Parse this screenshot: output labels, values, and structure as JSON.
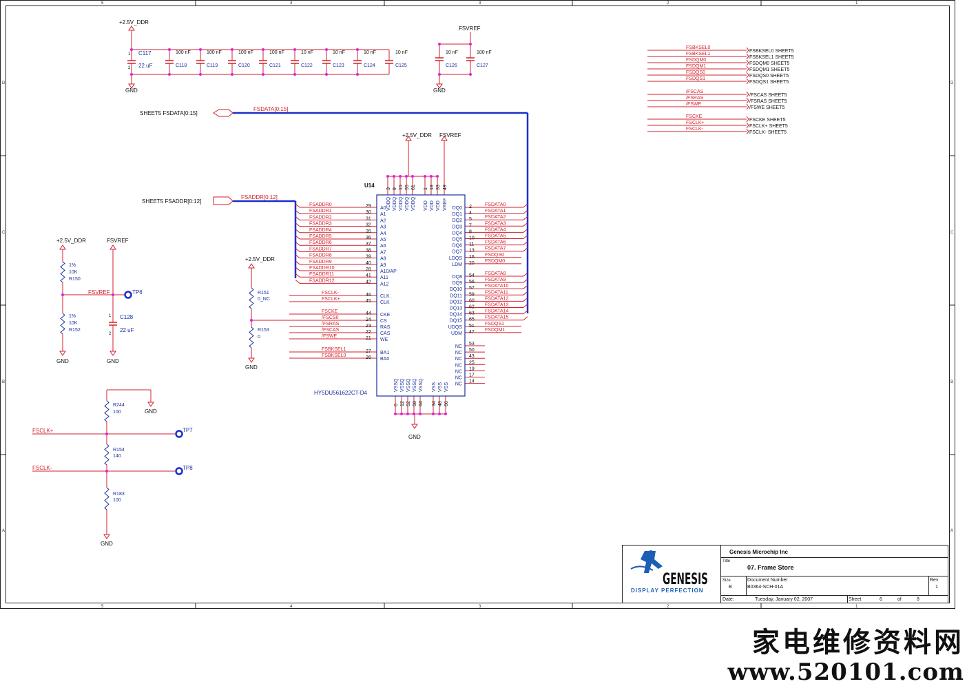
{
  "border": {
    "columns": [
      "5",
      "4",
      "3",
      "2",
      "1"
    ],
    "rows": [
      "D",
      "C",
      "B",
      "A"
    ]
  },
  "power_labels": {
    "v25_ddr": "+2.5V_DDR",
    "gnd": "GND",
    "fsvref": "FSVREF"
  },
  "decoupling": {
    "c117": {
      "ref": "C117",
      "value": "22 uF"
    },
    "caps": [
      {
        "ref": "C118",
        "value": "100 nF"
      },
      {
        "ref": "C119",
        "value": "100 nF"
      },
      {
        "ref": "C120",
        "value": "100 nF"
      },
      {
        "ref": "C121",
        "value": "100 nF"
      },
      {
        "ref": "C122",
        "value": "10 nF"
      },
      {
        "ref": "C123",
        "value": "10 nF"
      },
      {
        "ref": "C124",
        "value": "10 nF"
      },
      {
        "ref": "C125",
        "value": "10 nF"
      }
    ],
    "vref_caps": [
      {
        "ref": "C126",
        "value": "10 nF"
      },
      {
        "ref": "C127",
        "value": "100 nF"
      }
    ]
  },
  "ports": {
    "fsdata": {
      "sheet_label": "SHEET5  FSDATA[0:15]",
      "bus_label": "FSDATA[0:15]"
    },
    "fsaddr": {
      "sheet_label": "SHEET5  FSADDR[0:12]",
      "bus_label": "FSADDR[0:12]"
    }
  },
  "offsheet": [
    {
      "net": "FSBKSEL0",
      "label": "FSBKSEL0  SHEET5"
    },
    {
      "net": "FSBKSEL1",
      "label": "FSBKSEL1  SHEET5"
    },
    {
      "net": "FSDQM0",
      "label": "FSDQM0  SHEET5"
    },
    {
      "net": "FSDQM1",
      "label": "FSDQM1  SHEET5"
    },
    {
      "net": "FSDQS0",
      "label": "FSDQS0  SHEET5"
    },
    {
      "net": "FSDQS1",
      "label": "FSDQS1  SHEET5"
    },
    {
      "net": "/FSCAS",
      "label": "/FSCAS  SHEET5"
    },
    {
      "net": "/FSRAS",
      "label": "/FSRAS  SHEET5"
    },
    {
      "net": "/FSWE",
      "label": "/FSWE  SHEET5"
    },
    {
      "net": "FSCKE",
      "label": "FSCKE  SHEET5"
    },
    {
      "net": "FSCLK+",
      "label": "FSCLK+  SHEET5"
    },
    {
      "net": "FSCLK-",
      "label": "FSCLK-  SHEET5"
    }
  ],
  "u14": {
    "ref": "U14",
    "part": "HY5DU561622CT-D4",
    "top_pins": [
      {
        "num": "3",
        "name": "VDDQ"
      },
      {
        "num": "9",
        "name": "VDDQ"
      },
      {
        "num": "15",
        "name": "VDDQ"
      },
      {
        "num": "55",
        "name": "VDDQ"
      },
      {
        "num": "61",
        "name": "VDDQ"
      },
      {
        "num": "1",
        "name": "VDD"
      },
      {
        "num": "18",
        "name": "VDD"
      },
      {
        "num": "33",
        "name": "VDD"
      },
      {
        "num": "49",
        "name": "VREF"
      }
    ],
    "bottom_pins": [
      {
        "num": "6",
        "name": "VSSQ"
      },
      {
        "num": "12",
        "name": "VSSQ"
      },
      {
        "num": "52",
        "name": "VSSQ"
      },
      {
        "num": "58",
        "name": "VSSQ"
      },
      {
        "num": "64",
        "name": "VSSQ"
      },
      {
        "num": "34",
        "name": "VSS"
      },
      {
        "num": "48",
        "name": "VSS"
      },
      {
        "num": "66",
        "name": "VSS"
      }
    ],
    "addr_pins": [
      {
        "num": "29",
        "name": "A0",
        "net": "FSADDR0"
      },
      {
        "num": "30",
        "name": "A1",
        "net": "FSADDR1"
      },
      {
        "num": "31",
        "name": "A2",
        "net": "FSADDR2"
      },
      {
        "num": "32",
        "name": "A3",
        "net": "FSADDR3"
      },
      {
        "num": "35",
        "name": "A4",
        "net": "FSADDR4"
      },
      {
        "num": "36",
        "name": "A5",
        "net": "FSADDR5"
      },
      {
        "num": "37",
        "name": "A6",
        "net": "FSADDR6"
      },
      {
        "num": "38",
        "name": "A7",
        "net": "FSADDR7"
      },
      {
        "num": "39",
        "name": "A8",
        "net": "FSADDR8"
      },
      {
        "num": "40",
        "name": "A9",
        "net": "FSADDR9"
      },
      {
        "num": "28",
        "name": "A10/AP",
        "net": "FSADDR10"
      },
      {
        "num": "41",
        "name": "A11",
        "net": "FSADDR11"
      },
      {
        "num": "42",
        "name": "A12",
        "net": "FSADDR12"
      }
    ],
    "ctrl_pins": [
      {
        "num": "46",
        "name": "CLK",
        "net": "FSCLK-"
      },
      {
        "num": "45",
        "name": "CLK",
        "net": "FSCLK+"
      },
      {
        "num": "44",
        "name": "CKE",
        "net": "FSCKE"
      },
      {
        "num": "24",
        "name": "CS",
        "net": "/FSCS0"
      },
      {
        "num": "23",
        "name": "RAS",
        "net": "/FSRAS"
      },
      {
        "num": "22",
        "name": "CAS",
        "net": "/FSCAS"
      },
      {
        "num": "21",
        "name": "WE",
        "net": "/FSWE"
      }
    ],
    "ba_pins": [
      {
        "num": "27",
        "name": "BA1",
        "net": "FSBKSEL1"
      },
      {
        "num": "26",
        "name": "BA0",
        "net": "FSBKSEL0"
      }
    ],
    "dq_low": [
      {
        "num": "2",
        "name": "DQ0",
        "net": "FSDATA0"
      },
      {
        "num": "4",
        "name": "DQ1",
        "net": "FSDATA1"
      },
      {
        "num": "5",
        "name": "DQ2",
        "net": "FSDATA2"
      },
      {
        "num": "7",
        "name": "DQ3",
        "net": "FSDATA3"
      },
      {
        "num": "8",
        "name": "DQ4",
        "net": "FSDATA4"
      },
      {
        "num": "10",
        "name": "DQ5",
        "net": "FSDATA5"
      },
      {
        "num": "11",
        "name": "DQ6",
        "net": "FSDATA6"
      },
      {
        "num": "13",
        "name": "DQ7",
        "net": "FSDATA7"
      },
      {
        "num": "16",
        "name": "LDQS",
        "net": "FSDQS0"
      },
      {
        "num": "20",
        "name": "LDM",
        "net": "FSDQM0"
      }
    ],
    "dq_high": [
      {
        "num": "54",
        "name": "DQ8",
        "net": "FSDATA8"
      },
      {
        "num": "56",
        "name": "DQ9",
        "net": "FSDATA9"
      },
      {
        "num": "57",
        "name": "DQ10",
        "net": "FSDATA10"
      },
      {
        "num": "59",
        "name": "DQ11",
        "net": "FSDATA11"
      },
      {
        "num": "60",
        "name": "DQ12",
        "net": "FSDATA12"
      },
      {
        "num": "62",
        "name": "DQ13",
        "net": "FSDATA13"
      },
      {
        "num": "63",
        "name": "DQ14",
        "net": "FSDATA14"
      },
      {
        "num": "65",
        "name": "DQ15",
        "net": "FSDATA15"
      },
      {
        "num": "51",
        "name": "UDQS",
        "net": "FSDQS1"
      },
      {
        "num": "47",
        "name": "UDM",
        "net": "FSDQM1"
      }
    ],
    "nc_pins": [
      "53",
      "50",
      "43",
      "25",
      "19",
      "17",
      "14"
    ],
    "nc_name": "NC"
  },
  "resistors": {
    "r150": {
      "ref": "R150",
      "value": "10K",
      "tol": "1%"
    },
    "r152": {
      "ref": "R152",
      "value": "10K",
      "tol": "1%"
    },
    "c128": {
      "ref": "C128",
      "value": "22 uF"
    },
    "r151": {
      "ref": "R151",
      "value": "0_NC"
    },
    "r153": {
      "ref": "R153",
      "value": "0"
    },
    "r244": {
      "ref": "R244",
      "value": "100"
    },
    "r154": {
      "ref": "R154",
      "value": "140"
    },
    "r183": {
      "ref": "R183",
      "value": "100"
    }
  },
  "testpoints": {
    "tp6": "TP6",
    "tp7": "TP7",
    "tp8": "TP8"
  },
  "nets": {
    "fsvref": "FSVREF",
    "fsclk_p": "FSCLK+",
    "fsclk_n": "FSCLK-"
  },
  "pin_marks": {
    "one": "1",
    "two": "2"
  },
  "title_block": {
    "company": "Genesis Microchip Inc",
    "title_label": "Title",
    "title": "07. Frame Store",
    "size_label": "Size",
    "size": "B",
    "docnum_label": "Document Number",
    "docnum": "B0364-SCH-01A",
    "rev_label": "Rev",
    "rev": "1",
    "date_label": "Date:",
    "date": "Tuesday, January 02, 2007",
    "sheet_label": "Sheet",
    "sheet": "6",
    "of_label": "of",
    "total": "8",
    "logo_text": "GENESIS",
    "logo_tag": "DISPLAY PERFECTION"
  },
  "watermark": {
    "cn": "家电维修资料网",
    "url": "www.520101.com"
  },
  "colors": {
    "wire": "#d21f2b",
    "bus": "#1a2fcc",
    "junction": "#e020e0",
    "text": "#111111",
    "pin_label": "#1a2f9c"
  }
}
